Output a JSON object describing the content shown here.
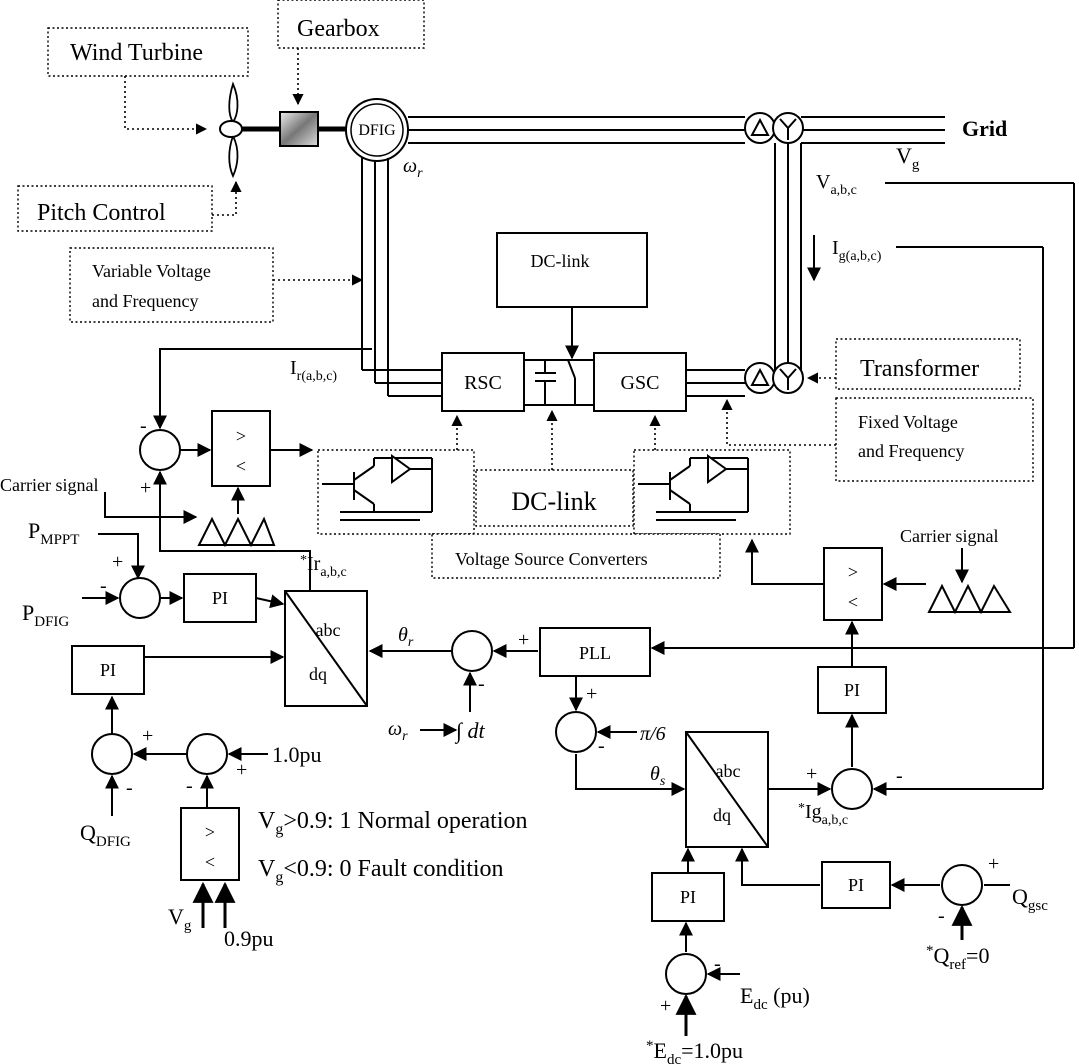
{
  "labels": {
    "wind_turbine": "Wind Turbine",
    "gearbox": "Gearbox",
    "pitch_control": "Pitch Control",
    "variable_vf_1": "Variable Voltage",
    "variable_vf_2": "and Frequency",
    "dfig": "DFIG",
    "omega_r": "ω",
    "r": "r",
    "grid": "Grid",
    "vg": "V",
    "g": "g",
    "vabc": "V",
    "abc_sub": "a,b,c",
    "ig_abc": "I",
    "g_abc_sub": "g(a,b,c)",
    "dc_link_top": "DC-link",
    "ir_abc": "I",
    "r_abc_sub": "r(a,b,c)",
    "rsc": "RSC",
    "gsc": "GSC",
    "transformer": "Transformer",
    "fixed_vf_1": "Fixed Voltage",
    "fixed_vf_2": "and Frequency",
    "dc_link_mid": "DC-link",
    "vsc": "Voltage Source Converters",
    "carrier_left": "Carrier signal",
    "carrier_right": "Carrier signal",
    "p_mppt": "P",
    "mppt_sub": "MPPT",
    "p_dfig": "P",
    "dfig_sub": "DFIG",
    "ir_ref_star": "*",
    "ir_ref": "Ir",
    "ir_ref_sub": "a,b,c",
    "pi": "PI",
    "abc": "abc",
    "dq": "dq",
    "theta_r": "θ",
    "pll": "PLL",
    "integral": "∫ dt",
    "one_pu": "1.0pu",
    "q_dfig": "Q",
    "q_dfig_sub": "DFIG",
    "cond_normal_pre": "V",
    "cond_normal": ">0.9: 1 Normal operation",
    "cond_fault_pre": "V",
    "cond_fault": "<0.9: 0 Fault condition",
    "zero_nine": "0.9pu",
    "pi_over_6": "π/6",
    "theta_s": "θ",
    "s": "s",
    "ig_ref_star": "*",
    "ig_ref": "Ig",
    "ig_ref_sub": "a,b,c",
    "q_gsc": "Q",
    "gsc_sub": "gsc",
    "qref_star": "*",
    "qref": "Q",
    "ref_sub": "ref",
    "qref_val": "=0",
    "edc": "E",
    "dc_sub": "dc",
    "edc_unit": " (pu)",
    "edc_ref_star": "*",
    "edc_ref": "E",
    "edc_ref_val": "=1.0pu",
    "gt": ">",
    "lt": "<",
    "plus": "+",
    "minus": "-"
  }
}
